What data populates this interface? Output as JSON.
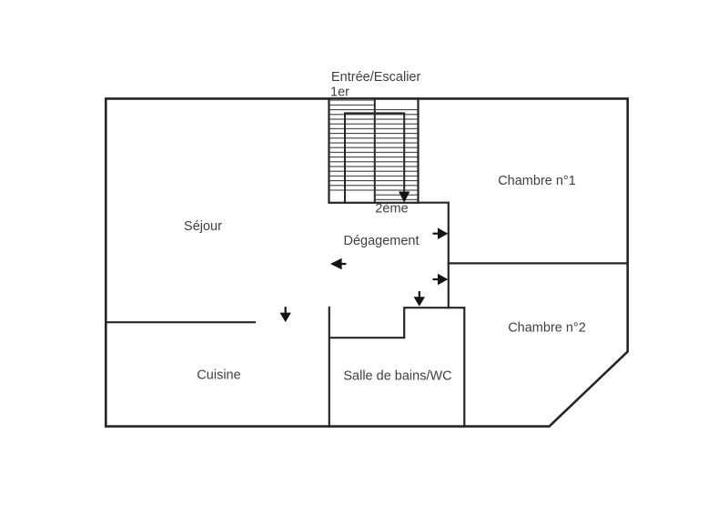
{
  "colors": {
    "background": "#ffffff",
    "wall": "#262626",
    "tread": "#3a3a3a",
    "arrow": "#141414",
    "text": "#3f3f3f"
  },
  "floorplan": {
    "labels": {
      "entrance_stairs": "Entrée/Escalier",
      "first_floor": "1er",
      "second_floor": "2ème",
      "living_room": "Séjour",
      "hallway": "Dégagement",
      "bedroom_1": "Chambre n°1",
      "bedroom_2": "Chambre n°2",
      "kitchen": "Cuisine",
      "bathroom_wc": "Salle de bains/WC"
    }
  }
}
